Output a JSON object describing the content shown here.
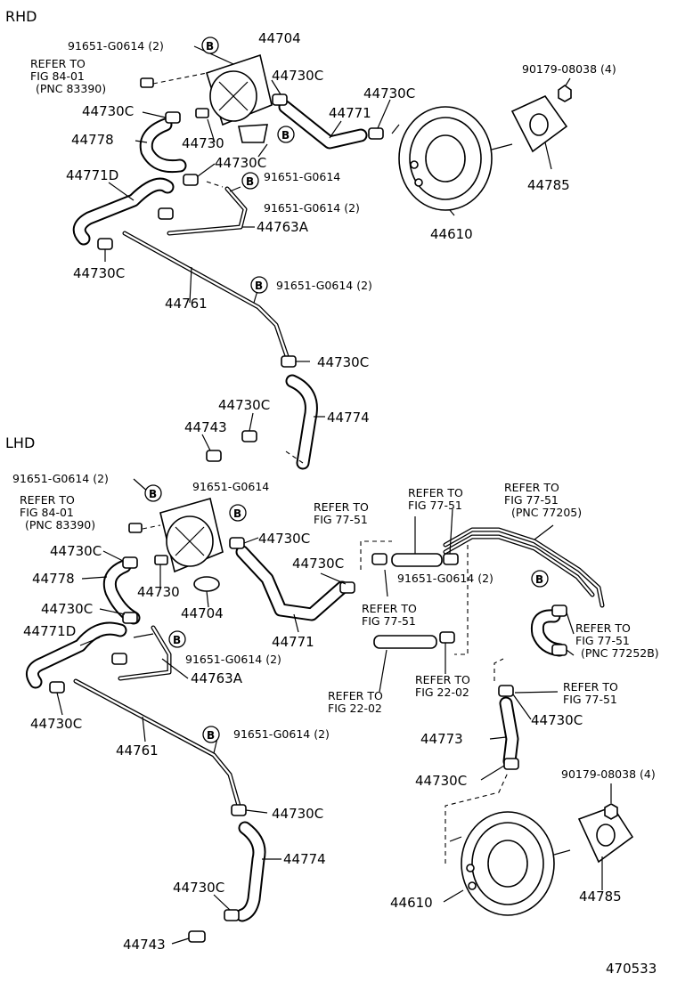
{
  "sections": {
    "rhd": "RHD",
    "lhd": "LHD"
  },
  "diagram_id": "470533",
  "marker": "B",
  "rhd": {
    "l01": "91651-G0614 (2)",
    "l02": "44704",
    "l03a": "REFER TO",
    "l03b": "FIG 84-01",
    "l03c": "(PNC 83390)",
    "l04": "44730C",
    "l05": "90179-08038 (4)",
    "l06": "44730C",
    "l07": "44771",
    "l08": "44730C",
    "l09": "44730",
    "l10": "44778",
    "l11": "44730C",
    "l12": "91651-G0614",
    "l13": "44785",
    "l14": "44771D",
    "l15": "91651-G0614 (2)",
    "l16": "44763A",
    "l17": "44610",
    "l18": "44730C",
    "l19": "91651-G0614 (2)",
    "l20": "44761",
    "l21": "44730C",
    "l22": "44774",
    "l23": "44730C",
    "l24": "44743"
  },
  "lhd": {
    "m01": "91651-G0614 (2)",
    "m02": "91651-G0614",
    "m03a": "REFER TO",
    "m03b": "FIG 84-01",
    "m03c": "(PNC 83390)",
    "m04a": "REFER TO",
    "m04b": "FIG 77-51",
    "m05a": "REFER TO",
    "m05b": "FIG 77-51",
    "m06a": "REFER TO",
    "m06b": "FIG 77-51",
    "m06c": "(PNC 77205)",
    "m07": "44730C",
    "m08": "44730C",
    "m09": "44730C",
    "m10": "44778",
    "m11": "44730",
    "m12": "91651-G0614 (2)",
    "m13": "44704",
    "m14a": "REFER TO",
    "m14b": "FIG 77-51",
    "m15": "44730C",
    "m16": "44771",
    "m17a": "REFER TO",
    "m17b": "FIG 77-51",
    "m17c": "(PNC 77252B)",
    "m18": "44771D",
    "m19": "91651-G0614 (2)",
    "m20": "44763A",
    "m21a": "REFER TO",
    "m21b": "FIG 22-02",
    "m22a": "REFER TO",
    "m22b": "FIG 77-51",
    "m23a": "REFER TO",
    "m23b": "FIG 22-02",
    "m24": "44730C",
    "m25": "44730C",
    "m26": "91651-G0614 (2)",
    "m27": "44773",
    "m28": "44761",
    "m29": "44730C",
    "m30": "90179-08038 (4)",
    "m31": "44730C",
    "m32": "44774",
    "m33": "44610",
    "m34": "44785",
    "m35": "44730C",
    "m36": "44743"
  }
}
